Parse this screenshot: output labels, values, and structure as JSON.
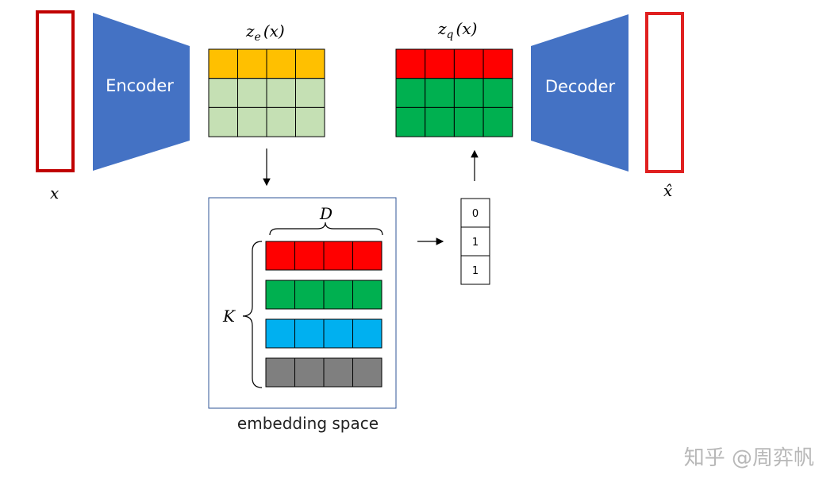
{
  "labels": {
    "input": "x",
    "output": "x̂",
    "encoder": "Encoder",
    "decoder": "Decoder",
    "ze_main": "z",
    "ze_sub": "e",
    "ze_arg": "(x)",
    "zq_main": "z",
    "zq_sub": "q",
    "zq_arg": "(x)",
    "dim_d": "D",
    "dim_k": "K",
    "embedding_space": "embedding space",
    "watermark": "知乎 @周弈帆"
  },
  "index_values": [
    "0",
    "1",
    "1"
  ],
  "colors": {
    "frame_red": "#c00000",
    "frame_red_bright": "#e02020",
    "trapezoid_blue": "#4472c4",
    "yellow": "#ffc000",
    "light_green": "#c5e0b4",
    "red": "#ff0000",
    "green": "#00b050",
    "cyan": "#00b0f0",
    "gray": "#7f7f7f",
    "box_border": "#2f5597"
  },
  "grids": {
    "ze_rows": [
      "yellow",
      "light_green",
      "light_green"
    ],
    "zq_rows": [
      "red",
      "green",
      "green"
    ],
    "codebook_rows": [
      "red",
      "green",
      "cyan",
      "gray"
    ]
  }
}
